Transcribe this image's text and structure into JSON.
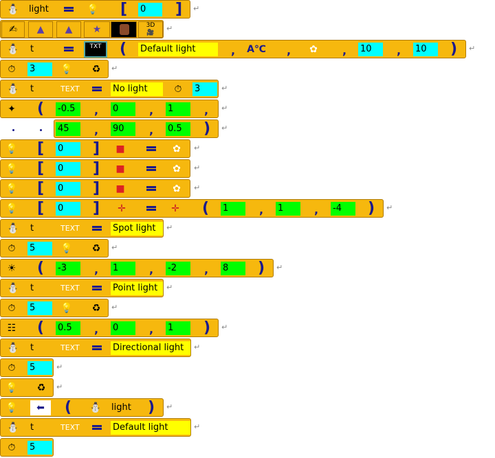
{
  "rows": {
    "r1": {
      "name": "light",
      "value": "0"
    },
    "r3": {
      "var": "t",
      "text": "Default light",
      "n1": "10",
      "n2": "10"
    },
    "r4": {
      "num": "3"
    },
    "r5": {
      "var": "t",
      "text_kw": "TEXT",
      "text": "No light",
      "num": "3"
    },
    "r6": {
      "v1": "-0.5",
      "v2": "0",
      "v3": "1"
    },
    "r7": {
      "v1": "45",
      "v2": "90",
      "v3": "0.5"
    },
    "r8": {
      "idx": "0"
    },
    "r9": {
      "idx": "0"
    },
    "r10": {
      "idx": "0"
    },
    "r11": {
      "idx": "0",
      "v1": "1",
      "v2": "1",
      "v3": "-4"
    },
    "r12": {
      "var": "t",
      "text_kw": "TEXT",
      "text": "Spot light"
    },
    "r13": {
      "num": "5"
    },
    "r14": {
      "v1": "-3",
      "v2": "1",
      "v3": "-2",
      "v4": "8"
    },
    "r15": {
      "var": "t",
      "text_kw": "TEXT",
      "text": "Point light"
    },
    "r16": {
      "num": "5"
    },
    "r17": {
      "v1": "0.5",
      "v2": "0",
      "v3": "1"
    },
    "r18": {
      "var": "t",
      "text_kw": "TEXT",
      "text": "Directional light"
    },
    "r19": {
      "num": "5"
    },
    "r21": {
      "name": "light"
    },
    "r22": {
      "var": "t",
      "text_kw": "TEXT",
      "text": "Default light"
    },
    "r23": {
      "num": "5"
    }
  },
  "labels": {
    "threeD": "3D",
    "txt": "TXT"
  },
  "colors": {
    "block": "#f6b80e",
    "cyan": "#00ffff",
    "green": "#00ff00",
    "yellow": "#ffff00",
    "navy": "#1a1a8c"
  }
}
